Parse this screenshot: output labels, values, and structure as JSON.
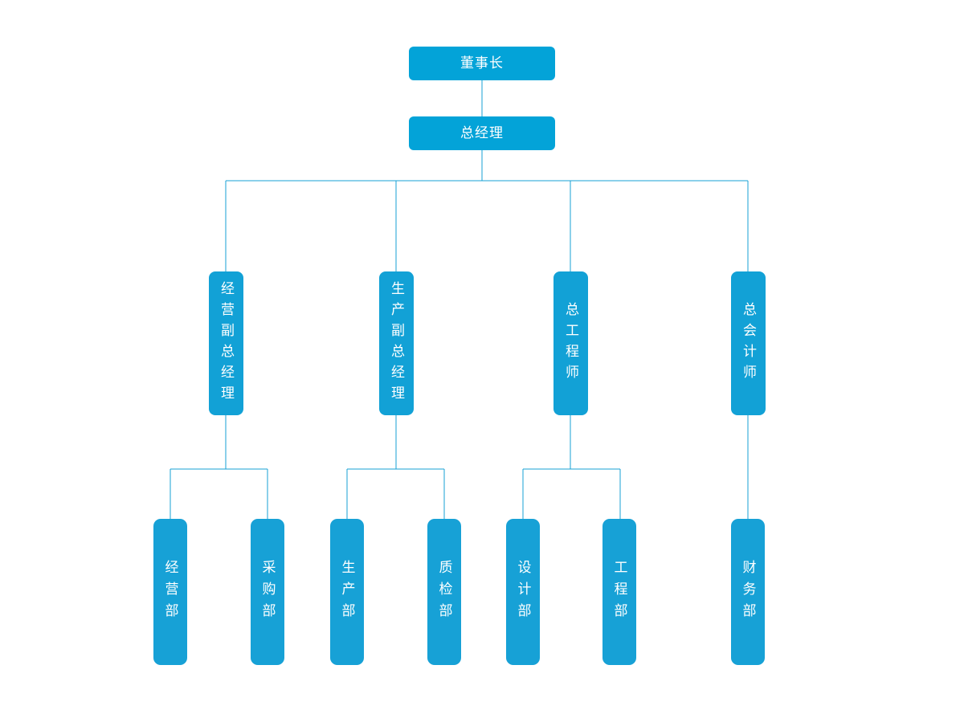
{
  "chart": {
    "kind": "organization-chart",
    "title": "",
    "accent_color": "#0ea2d7",
    "line_color": "#17a1d6",
    "text_color": "#ffffff",
    "background": "#ffffff"
  },
  "nodes": {
    "chairman": {
      "label": "董事长",
      "level": 0,
      "orientation": "horizontal"
    },
    "general_manager": {
      "label": "总经理",
      "level": 1,
      "orientation": "horizontal"
    },
    "vp_operations": {
      "label": "经营副总经理",
      "level": 2,
      "orientation": "vertical"
    },
    "vp_production": {
      "label": "生产副总经理",
      "level": 2,
      "orientation": "vertical"
    },
    "chief_engineer": {
      "label": "总工程师",
      "level": 2,
      "orientation": "vertical"
    },
    "chief_accountant": {
      "label": "总会计师",
      "level": 2,
      "orientation": "vertical"
    },
    "dept_operations": {
      "label": "经营部",
      "level": 3,
      "orientation": "vertical"
    },
    "dept_purchasing": {
      "label": "采购部",
      "level": 3,
      "orientation": "vertical"
    },
    "dept_production": {
      "label": "生产部",
      "level": 3,
      "orientation": "vertical"
    },
    "dept_quality": {
      "label": "质检部",
      "level": 3,
      "orientation": "vertical"
    },
    "dept_design": {
      "label": "设计部",
      "level": 3,
      "orientation": "vertical"
    },
    "dept_engineering": {
      "label": "工程部",
      "level": 3,
      "orientation": "vertical"
    },
    "dept_finance": {
      "label": "财务部",
      "level": 3,
      "orientation": "vertical"
    }
  },
  "hierarchy": [
    {
      "parent": "chairman",
      "children": [
        "general_manager"
      ]
    },
    {
      "parent": "general_manager",
      "children": [
        "vp_operations",
        "vp_production",
        "chief_engineer",
        "chief_accountant"
      ]
    },
    {
      "parent": "vp_operations",
      "children": [
        "dept_operations",
        "dept_purchasing"
      ]
    },
    {
      "parent": "vp_production",
      "children": [
        "dept_production",
        "dept_quality"
      ]
    },
    {
      "parent": "chief_engineer",
      "children": [
        "dept_design",
        "dept_engineering"
      ]
    },
    {
      "parent": "chief_accountant",
      "children": [
        "dept_finance"
      ]
    }
  ]
}
